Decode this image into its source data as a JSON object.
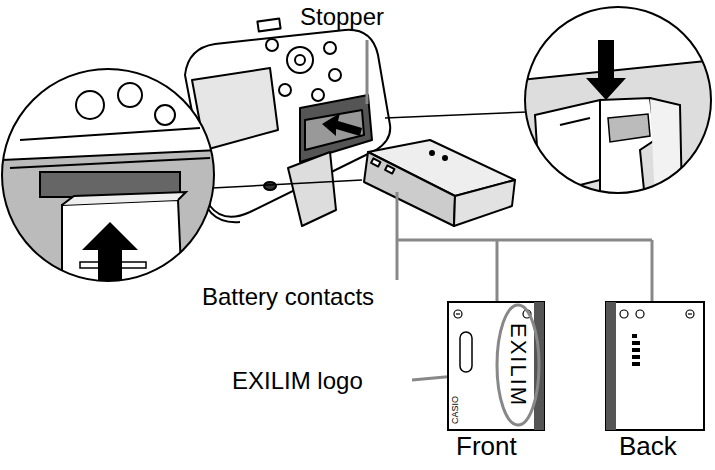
{
  "diagram": {
    "labels": [
      "Stopper",
      "Battery contacts",
      "EXILIM logo",
      "CASIO",
      "EXILIM",
      "Front",
      "Back"
    ]
  }
}
